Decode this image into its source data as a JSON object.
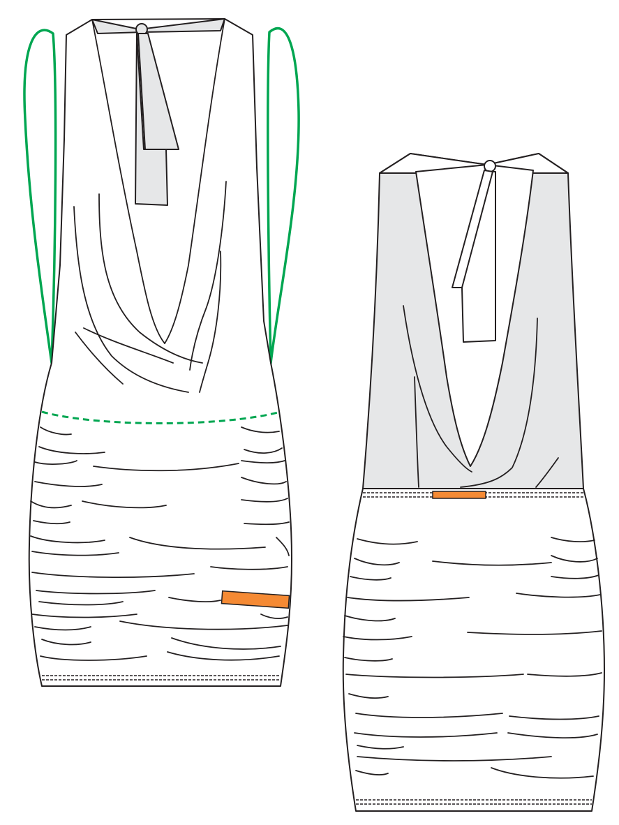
{
  "colors": {
    "background": "#ffffff",
    "outline": "#231f20",
    "fabric_white": "#ffffff",
    "fabric_grey": "#e6e7e8",
    "strap_green": "#00a651",
    "label_orange": "#f58a34"
  },
  "views": [
    {
      "name": "front-view",
      "body_fill": "fabric_white",
      "neck_fill": "fabric_grey"
    },
    {
      "name": "back-view",
      "body_fill": "fabric_grey",
      "skirt_fill": "fabric_white"
    }
  ],
  "annotations": {
    "straps": {
      "color": "strap_green",
      "style": "solid"
    },
    "waist_seam": {
      "color": "strap_green",
      "style": "dashed"
    },
    "labels": {
      "color": "label_orange",
      "count": 2
    }
  }
}
